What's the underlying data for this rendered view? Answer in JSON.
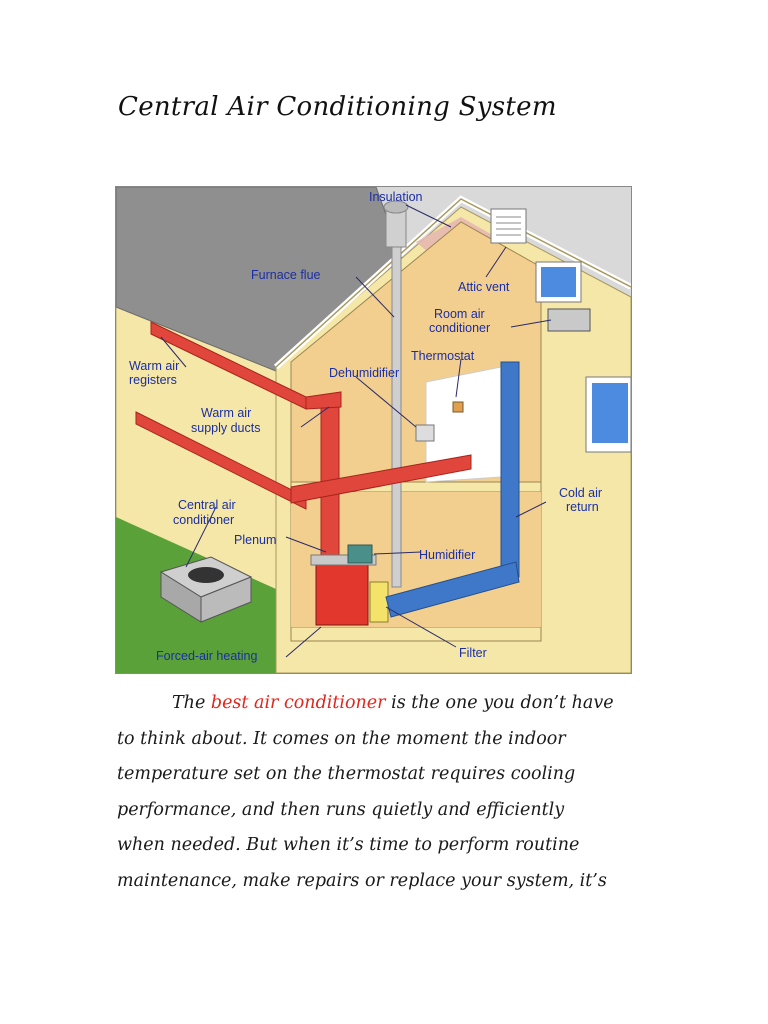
{
  "title": "Central Air Conditioning System",
  "diagram": {
    "labels": {
      "insulation": "Insulation",
      "furnace_flue": "Furnace flue",
      "attic_vent": "Attic vent",
      "room_ac_1": "Room air",
      "room_ac_2": "conditioner",
      "thermostat": "Thermostat",
      "dehumidifier": "Dehumidifier",
      "warm_registers_1": "Warm air",
      "warm_registers_2": "registers",
      "warm_ducts_1": "Warm air",
      "warm_ducts_2": "supply ducts",
      "central_ac_1": "Central air",
      "central_ac_2": "conditioner",
      "plenum": "Plenum",
      "humidifier": "Humidifier",
      "cold_return_1": "Cold air",
      "cold_return_2": "return",
      "forced_air": "Forced-air heating",
      "filter": "Filter"
    },
    "colors": {
      "warm_duct": "#e0463c",
      "cold_duct": "#3f78c8",
      "label": "#1b2fa3",
      "roof": "#8f8f8f",
      "wall": "#f5e7a8",
      "interior": "#f3cf8f",
      "grass": "#5aa13a"
    }
  },
  "paragraph": {
    "line1_before": "The ",
    "line1_highlight": "best air conditioner",
    "line1_after": " is the one you don’t have",
    "line2": "to think about.  It comes on the moment the indoor",
    "line3": "temperature set on the thermostat requires cooling",
    "line4": "performance, and then runs quietly and efficiently",
    "line5": "when needed.  But when it’s time to perform routine",
    "line6": "maintenance, make repairs or replace your system, it’s",
    "highlight_color": "#e0261d"
  }
}
